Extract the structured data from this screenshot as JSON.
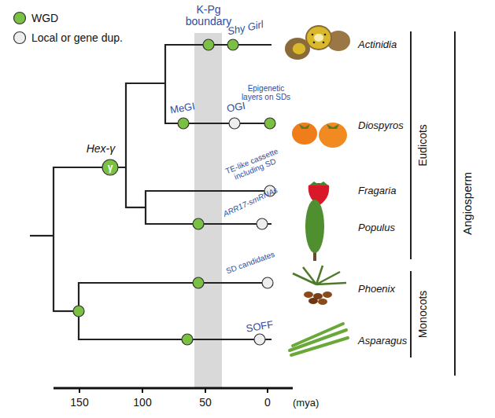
{
  "diagram": {
    "nodes": [
      {
        "text": [
          "γ"
        ]
      }
    ],
    "labels": [
      "K-Pg boundary",
      "Shy Girl",
      "MeGI",
      "OGI",
      "Epigenetic layers on SDs",
      "Hex-γ",
      "TE-like cassette including SD",
      "ARR17-smRNAs",
      "SD candidates",
      "SOFF",
      "Actinidia",
      "Diospyros",
      "Fragaria",
      "Populus",
      "Phoenix",
      "Asparagus",
      "Eudicots",
      "Monocots",
      "Angiosperm",
      "150",
      "100",
      "50",
      "0",
      "(mya)"
    ],
    "legend": [
      {
        "text": "WGD",
        "color": "#7ac143"
      },
      {
        "text": "Local or gene dup.",
        "color": "#eeeeee"
      }
    ]
  }
}
